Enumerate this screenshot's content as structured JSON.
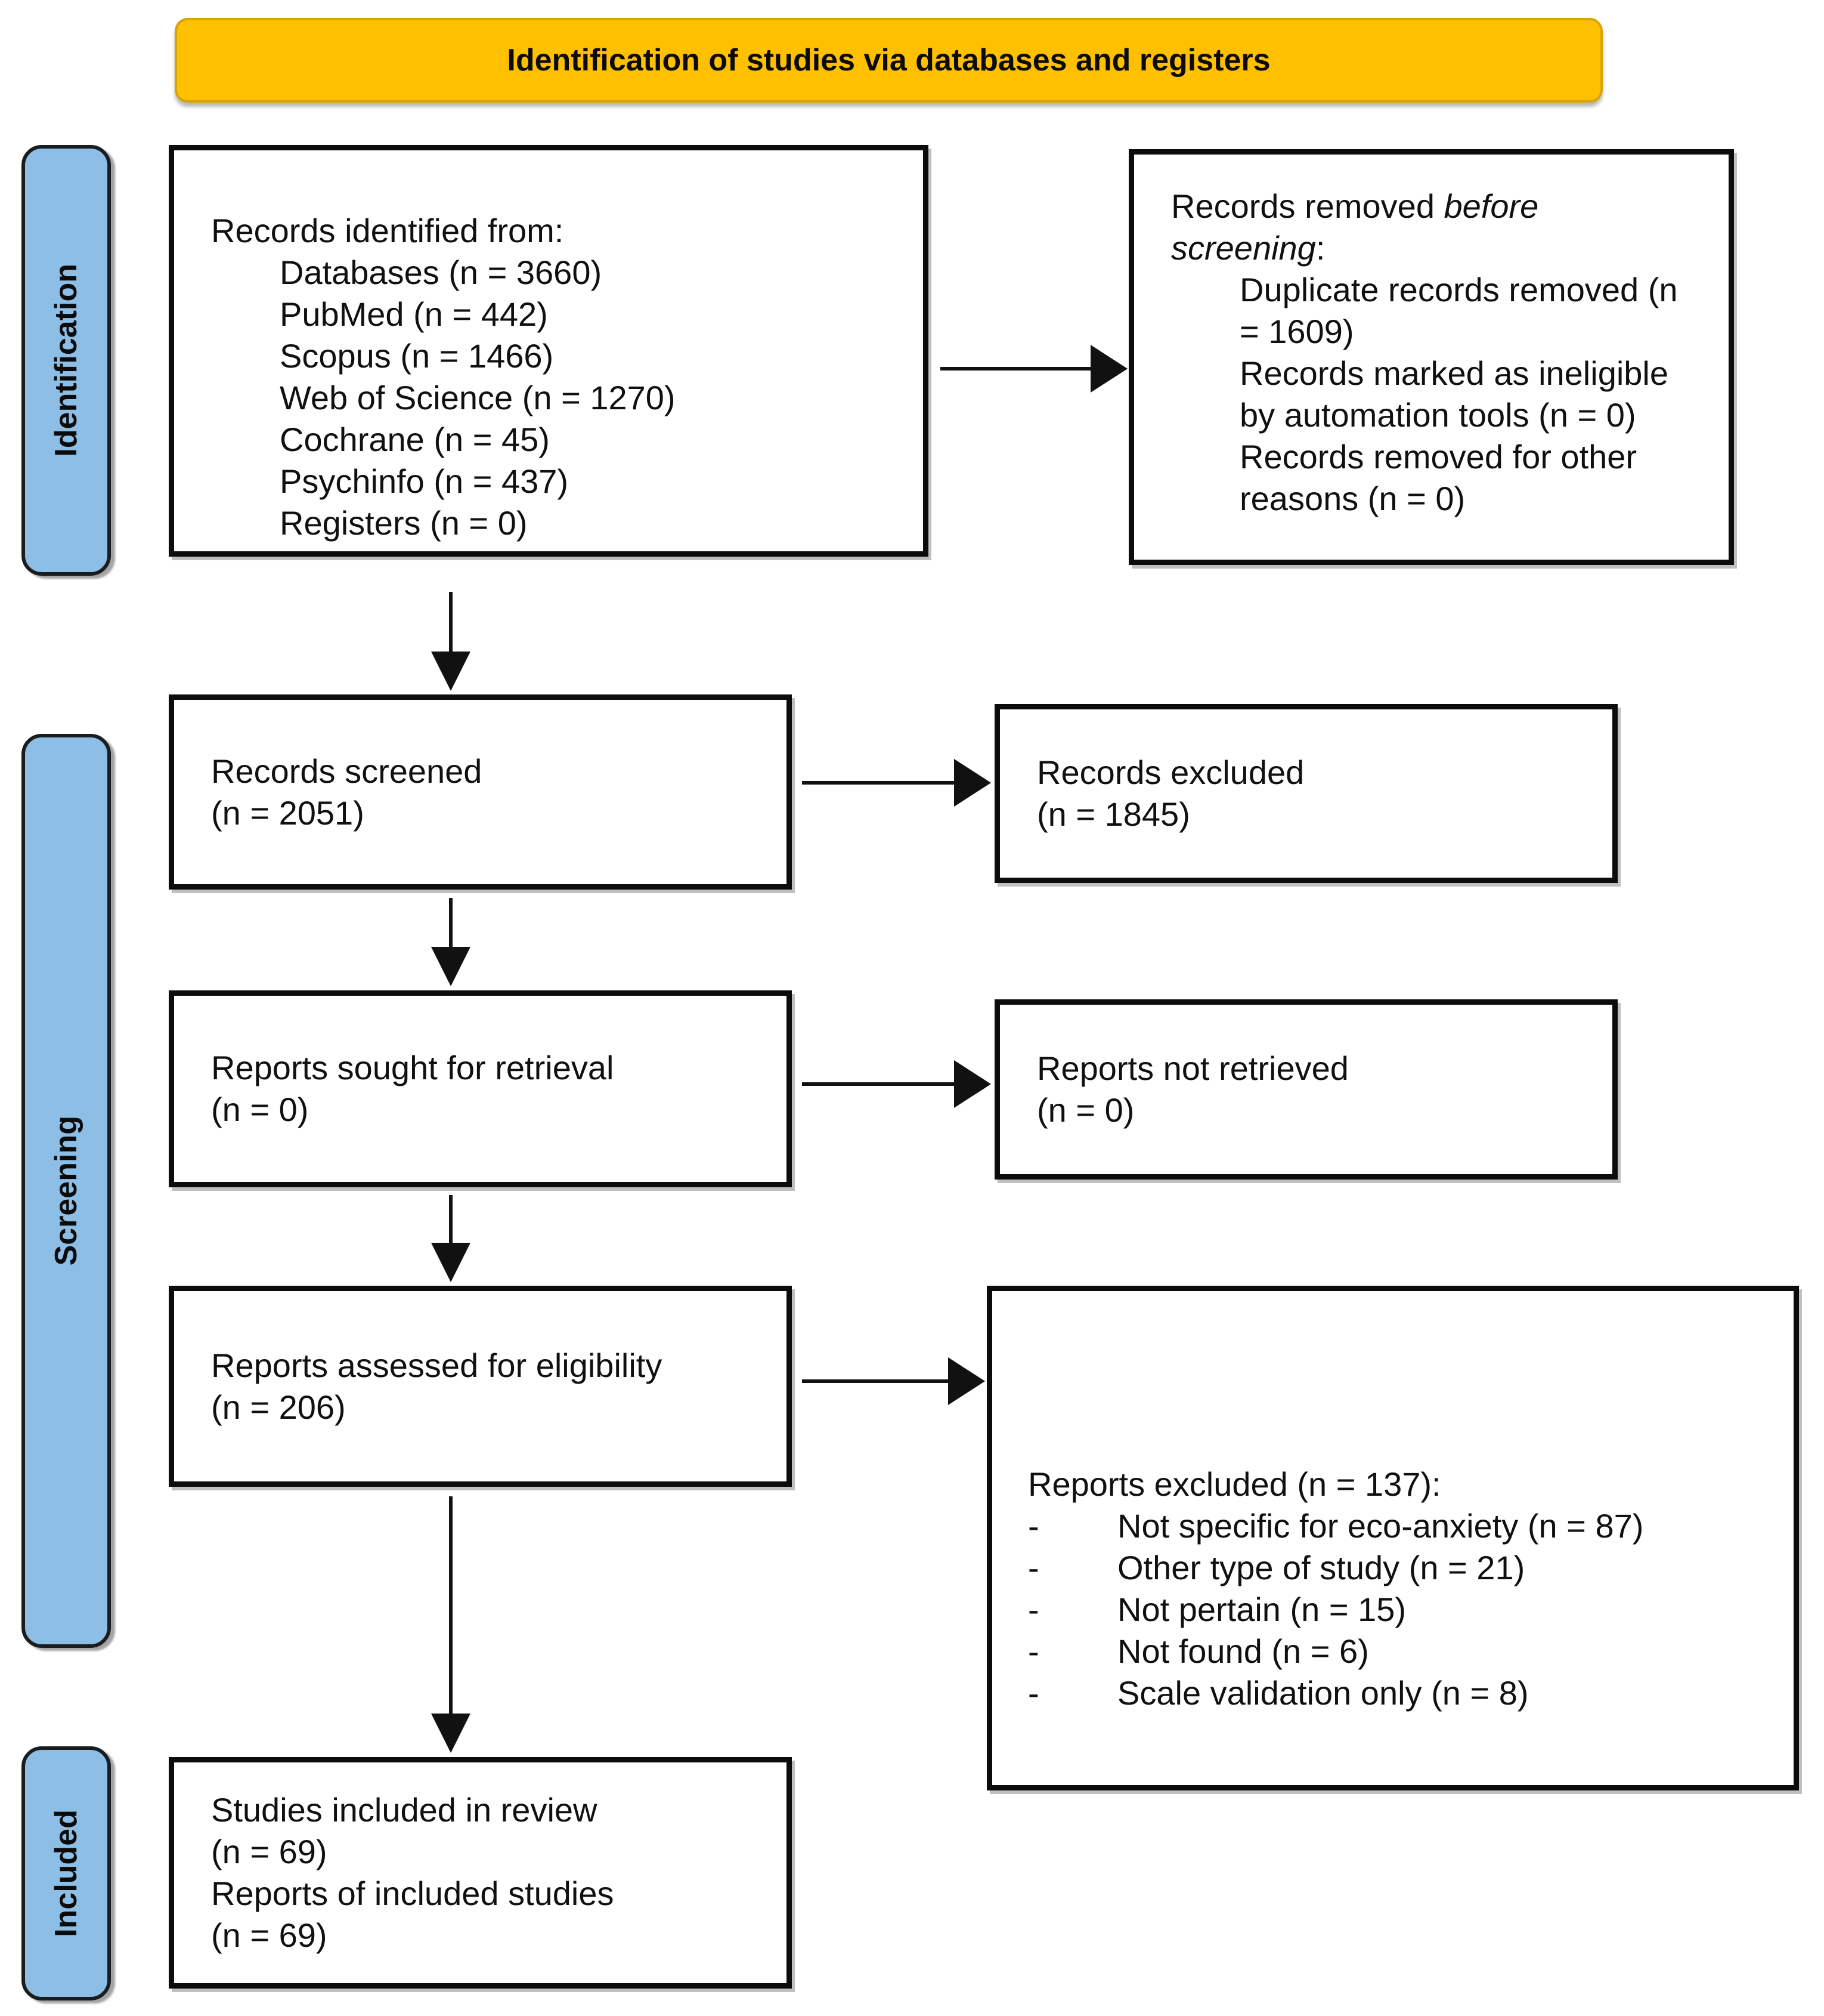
{
  "header": {
    "title": "Identification of studies via databases and registers"
  },
  "sidebar": {
    "stages": [
      {
        "label": "Identification"
      },
      {
        "label": "Screening"
      },
      {
        "label": "Included"
      }
    ]
  },
  "boxes": {
    "identified": {
      "title": "Records identified from:",
      "items": [
        "Databases (n = 3660)",
        "PubMed (n = 442)",
        "Scopus (n = 1466)",
        "Web of Science (n = 1270)",
        "Cochrane (n = 45)",
        "Psychinfo (n = 437)",
        "Registers (n = 0)"
      ]
    },
    "removed": {
      "title_prefix": "Records removed ",
      "title_italic": "before screening",
      "title_suffix": ":",
      "items": [
        "Duplicate records removed (n = 1609)",
        "Records marked as ineligible by automation tools (n = 0)",
        "Records removed for other reasons (n = 0)"
      ]
    },
    "screened": {
      "lines": [
        "Records screened",
        "(n = 2051)"
      ]
    },
    "records_excluded": {
      "lines": [
        "Records excluded",
        "(n = 1845)"
      ]
    },
    "sought": {
      "lines": [
        "Reports sought for retrieval",
        "(n = 0)"
      ]
    },
    "not_retrieved": {
      "lines": [
        "Reports not retrieved",
        "(n = 0)"
      ]
    },
    "assessed": {
      "lines": [
        "Reports assessed for eligibility",
        "(n = 206)"
      ]
    },
    "reports_excluded": {
      "title": "Reports excluded (n = 137):",
      "marker": "-",
      "items": [
        "Not specific for eco-anxiety (n = 87)",
        "Other type of study (n = 21)",
        "Not pertain (n = 15)",
        "Not found (n = 6)",
        "Scale validation only (n = 8)"
      ]
    },
    "included": {
      "lines": [
        "Studies included in review",
        "(n = 69)",
        "Reports of included studies",
        "(n = 69)"
      ]
    }
  },
  "colors": {
    "banner_bg": "#FFC000",
    "banner_border": "#D9A300",
    "stage_bg": "#8CBEE6",
    "stage_border": "#1A1D20",
    "box_border": "#0C0C0C",
    "arrow": "#111111",
    "text": "#101010"
  }
}
